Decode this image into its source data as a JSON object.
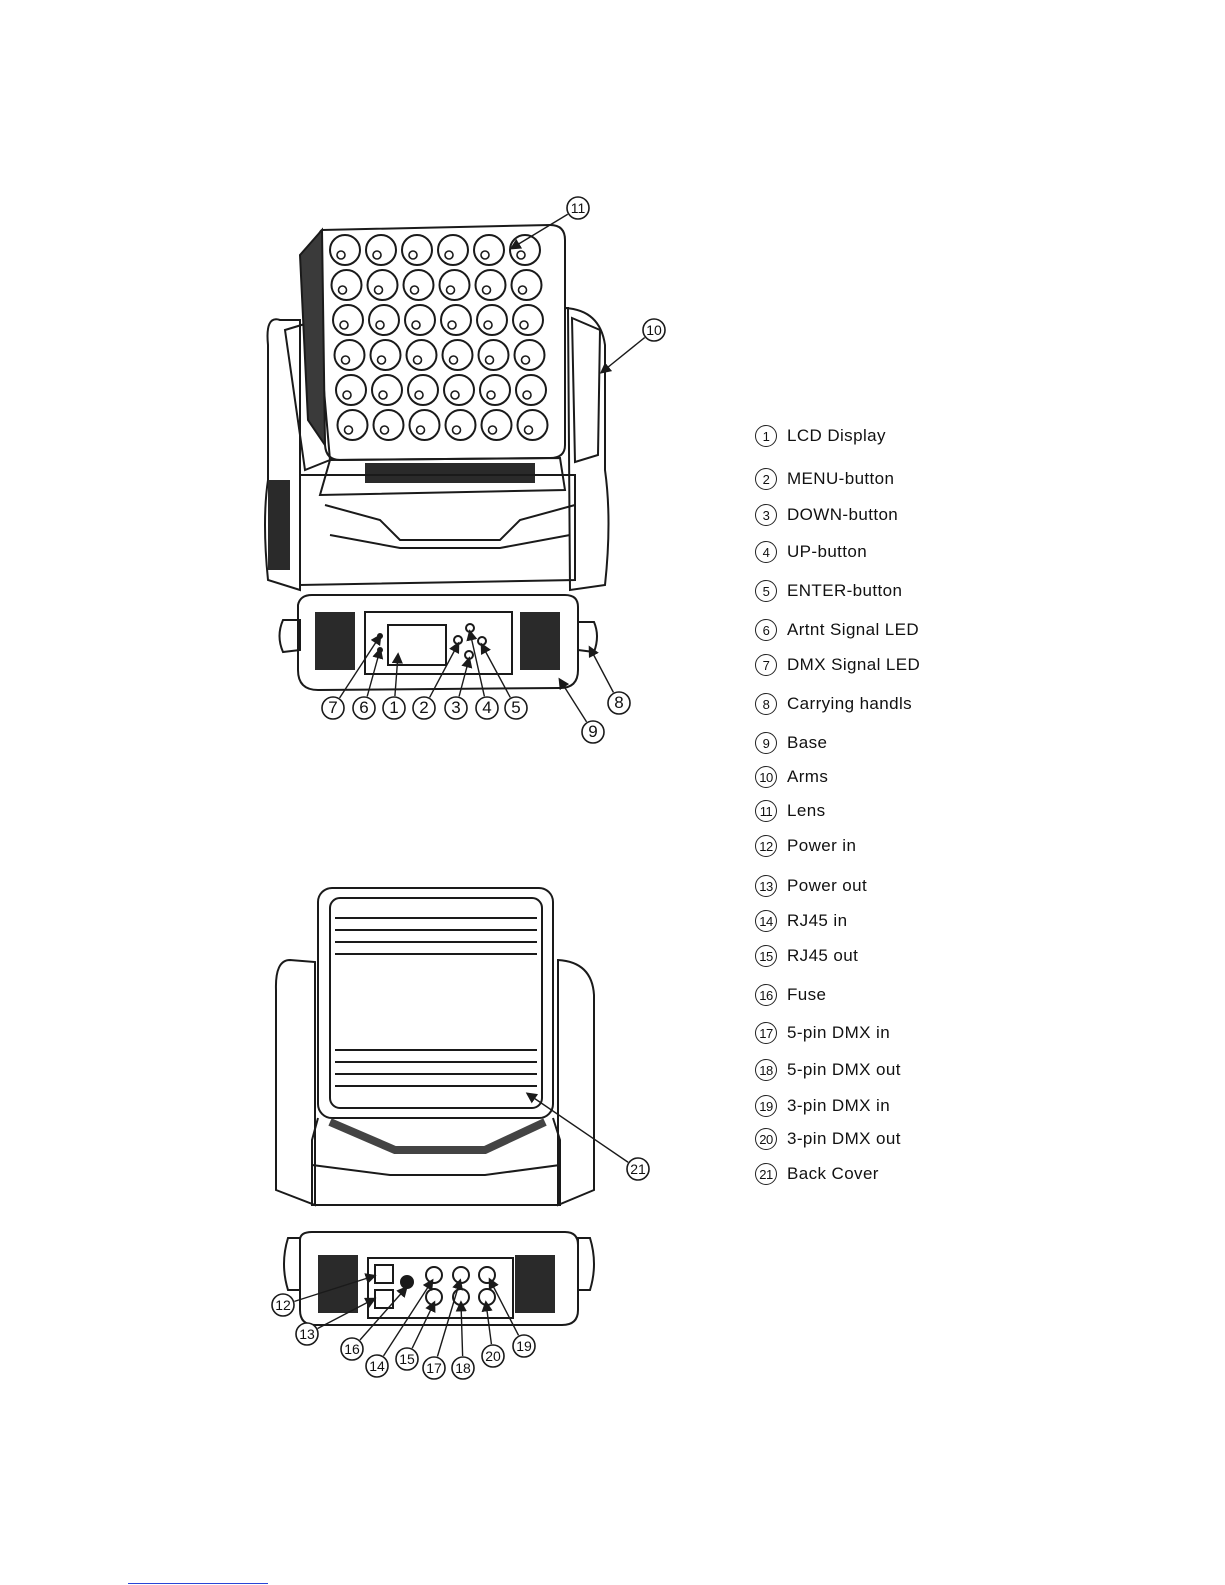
{
  "legend": [
    {
      "num": "1",
      "label": "LCD Display"
    },
    {
      "num": "2",
      "label": "MENU-button"
    },
    {
      "num": "3",
      "label": "DOWN-button"
    },
    {
      "num": "4",
      "label": "UP-button"
    },
    {
      "num": "5",
      "label": "ENTER-button"
    },
    {
      "num": "6",
      "label": "Artnt Signal LED"
    },
    {
      "num": "7",
      "label": "DMX Signal LED"
    },
    {
      "num": "8",
      "label": "Carrying handls"
    },
    {
      "num": "9",
      "label": "Base"
    },
    {
      "num": "10",
      "label": "Arms"
    },
    {
      "num": "11",
      "label": "Lens"
    },
    {
      "num": "12",
      "label": "Power in"
    },
    {
      "num": "13",
      "label": "Power out"
    },
    {
      "num": "14",
      "label": "RJ45 in"
    },
    {
      "num": "15",
      "label": "RJ45 out"
    },
    {
      "num": "16",
      "label": "Fuse"
    },
    {
      "num": "17",
      "label": "5-pin DMX in"
    },
    {
      "num": "18",
      "label": "5-pin DMX out"
    },
    {
      "num": "19",
      "label": "3-pin DMX in"
    },
    {
      "num": "20",
      "label": "3-pin DMX out"
    },
    {
      "num": "21",
      "label": "Back Cover"
    }
  ],
  "front_callouts": [
    "11",
    "10",
    "7",
    "6",
    "1",
    "2",
    "3",
    "4",
    "5",
    "9",
    "8"
  ],
  "rear_callouts": [
    "21",
    "12",
    "13",
    "16",
    "14",
    "15",
    "17",
    "18",
    "20",
    "19"
  ],
  "colors": {
    "line": "#1a1a1a",
    "footer_rule": "#2b45d6"
  }
}
